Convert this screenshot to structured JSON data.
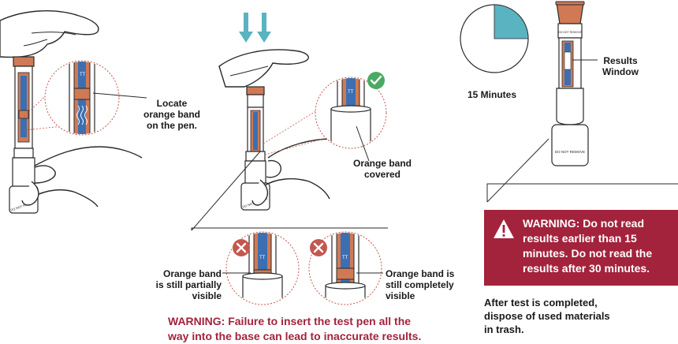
{
  "labels": {
    "locate": [
      "Locate",
      "orange band",
      "on the pen."
    ],
    "covered": [
      "Orange band",
      "covered"
    ],
    "partial": [
      "Orange band",
      "is still partially",
      "visible"
    ],
    "complete": [
      "Orange band is",
      "still completely",
      "visible"
    ],
    "timer": "15 Minutes",
    "results_window": [
      "Results",
      "Window"
    ],
    "do_not_remove": "DO NOT REMOVE",
    "tt": "TT"
  },
  "warning_insert": [
    "WARNING:  Failure to insert the test pen all the",
    "way into the base can lead to inaccurate results."
  ],
  "warning_read": {
    "icon": "warning-triangle-icon",
    "lines": [
      "WARNING: Do not read",
      "results earlier than 15",
      "minutes. Do not read the",
      "results after 30 minutes."
    ]
  },
  "final_instruction": [
    "After test is completed,",
    "dispose of used materials",
    "in trash."
  ],
  "timer": {
    "elapsed_fraction": 0.25
  },
  "colors": {
    "orange": "#cf7a55",
    "blue": "#3c6fb2",
    "teal": "#5ab3c1",
    "check_green": "#4aaa63",
    "x_red": "#c4574f",
    "warning_red": "#a3233c",
    "line": "#2a2a2a"
  }
}
